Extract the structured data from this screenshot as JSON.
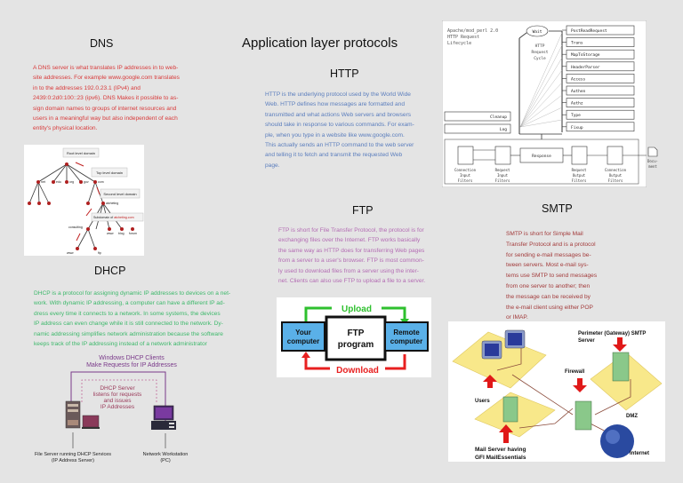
{
  "page": {
    "title": "Application layer protocols"
  },
  "dns": {
    "heading": "DNS",
    "lines": [
      "A DNS server is what translates IP addresses in to web-",
      "site addresses. For example www.google.com translates",
      "in to the addresses 192.0.23.1 (IPv4) and",
      "2439:0:2d0:100::23 (ipv6). DNS Makes it possible to as-",
      "sign domain names to groups of internet resources and",
      "users in a meaningful way but also independent of each",
      "entity's physical location."
    ],
    "diagram": {
      "root_label": "Root level domain",
      "top_label": "Top level domain",
      "second_label": "Second level domain",
      "sub_label_prefix": "Subdomain of ",
      "sub_label_domain": "atcheting.com",
      "tld_nodes": [
        "net",
        "edu",
        "org",
        "gov",
        "com"
      ],
      "second_node": "atcheting",
      "sub_nodes": [
        "consulting",
        "www",
        "blog",
        "forum"
      ],
      "leaf_nodes": [
        "www",
        "ftp"
      ]
    }
  },
  "http": {
    "heading": "HTTP",
    "lines": [
      "HTTP is the underlying protocol used by the World Wide",
      "Web. HTTP defines how messages are formatted and",
      "transmitted and what actions Web servers and browsers",
      "should take in response to various commands. For exam-",
      "ple, when you type in a website like www.google.com.",
      "This actually sends an HTTP command to the web server",
      "and telling it to fetch and transmit the requested Web",
      "page."
    ],
    "diagram": {
      "title_lines": [
        "Apache/mod_perl 2.0",
        "HTTP Request",
        "Lifecycle"
      ],
      "wait": "Wait",
      "cycle_lines": [
        "HTTP",
        "Request",
        "Cycle"
      ],
      "phases": [
        "PostReadRequest",
        "Trans",
        "MapToStorage",
        "HeaderParser",
        "Access",
        "Authen",
        "Authz",
        "Type",
        "Fixup"
      ],
      "left_phases": [
        "Cleanup",
        "Log"
      ],
      "response": "Response",
      "filters": [
        [
          "Connection",
          "Input",
          "Filters"
        ],
        [
          "Request",
          "Input",
          "Filters"
        ],
        [
          "Request",
          "Output",
          "Filters"
        ],
        [
          "Connection",
          "Output",
          "Filters"
        ]
      ],
      "document_lines": [
        "Docu-",
        "ment"
      ]
    }
  },
  "dhcp": {
    "heading": "DHCP",
    "lines": [
      "DHCP is a protocol for assigning dynamic IP addresses to devices on a net-",
      "work. With dynamic IP addressing, a computer can have a different IP ad-",
      "dress every time it connects to a network. In some systems,  the devices",
      "IP address can even change while it is still connected to the network.  Dy-",
      "namic addressing simplifies network administration because the software",
      "keeps track of the IP addressing instead of a network administrator"
    ],
    "diagram": {
      "clients_lines": [
        "Windows DHCP Clients",
        "Make Requests for IP Addresses"
      ],
      "server_lines": [
        "DHCP Server",
        "listens for requests",
        "and issues",
        "IP Addresses"
      ],
      "server_caption": [
        "File Server running DHCP Services",
        "(IP Address Server)"
      ],
      "workstation_caption": [
        "Network Workstation",
        "(PC)"
      ]
    }
  },
  "ftp": {
    "heading": "FTP",
    "lines": [
      "FTP is short for File Transfer Protocol, the protocol is for",
      "exchanging files over the Internet. FTP works basically",
      "the same way as HTTP does for transferring Web pages",
      "from a server to a user's browser.  FTP is most common-",
      "ly used to download files from a server using the inter-",
      "net. Clients can also use FTP to upload a file to a server."
    ],
    "diagram": {
      "upload": "Upload",
      "download": "Download",
      "your_computer": [
        "Your",
        "computer"
      ],
      "ftp_program": [
        "FTP",
        "program"
      ],
      "remote_computer": [
        "Remote",
        "computer"
      ]
    }
  },
  "smtp": {
    "heading": "SMTP",
    "lines": [
      "SMTP is short for Simple Mail",
      "Transfer Protocol and is a protocol",
      "for sending e-mail messages be-",
      "tween servers. Most e-mail sys-",
      "tems use SMTP to send messages",
      "from one server to another; then",
      "the message can be received by",
      "the e-mail client using either POP",
      "or IMAP."
    ],
    "diagram": {
      "perimeter": [
        "Perimeter (Gateway) SMTP",
        "Server"
      ],
      "firewall": "Firewall",
      "users": "Users",
      "dmz": "DMZ",
      "mail_server": [
        "Mail Server having",
        "GFI MailEssentials"
      ],
      "internet": "Internet"
    }
  },
  "colors": {
    "dns": "#d83a3a",
    "http": "#5a7dbd",
    "dhcp": "#3cb86a",
    "ftp": "#b36bb3",
    "smtp": "#a23a3a",
    "background": "#e4e4e4"
  }
}
